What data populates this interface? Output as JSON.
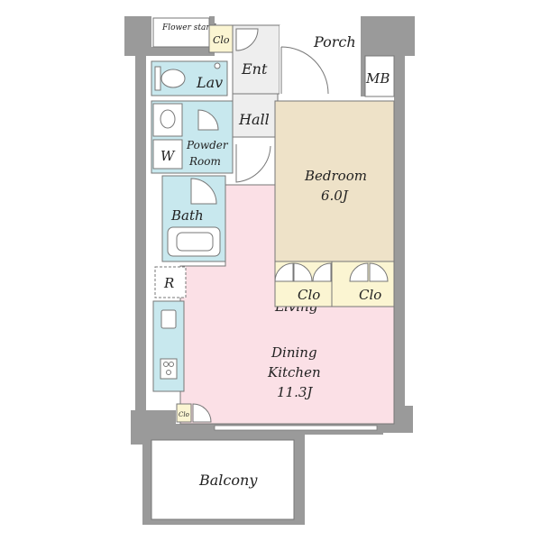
{
  "rooms": {
    "flower_stand": "Flower stand",
    "clo_entrance": "Clo",
    "porch": "Porch",
    "ent": "Ent",
    "mb": "MB",
    "lav": "Lav",
    "hall": "Hall",
    "w": "W",
    "powder_room_line1": "Powder",
    "powder_room_line2": "Room",
    "bath": "Bath",
    "bedroom_line1": "Bedroom",
    "bedroom_line2": "6.0J",
    "clo_bedroom_left": "Clo",
    "clo_bedroom_right": "Clo",
    "r": "R",
    "ldk_line1": "Living",
    "ldk_line2": "Dining",
    "ldk_line3": "Kitchen",
    "ldk_line4": "11.3J",
    "clo_small": "Clo",
    "balcony": "Balcony"
  },
  "colors": {
    "wall": "#9a9a9a",
    "wet_area": "#c8e8ee",
    "bedroom": "#eee2c8",
    "closet": "#fbf5d2",
    "ldk": "#fbe0e6",
    "corridor": "#eeeeee",
    "balcony": "#ffffff",
    "outline": "#777777"
  }
}
